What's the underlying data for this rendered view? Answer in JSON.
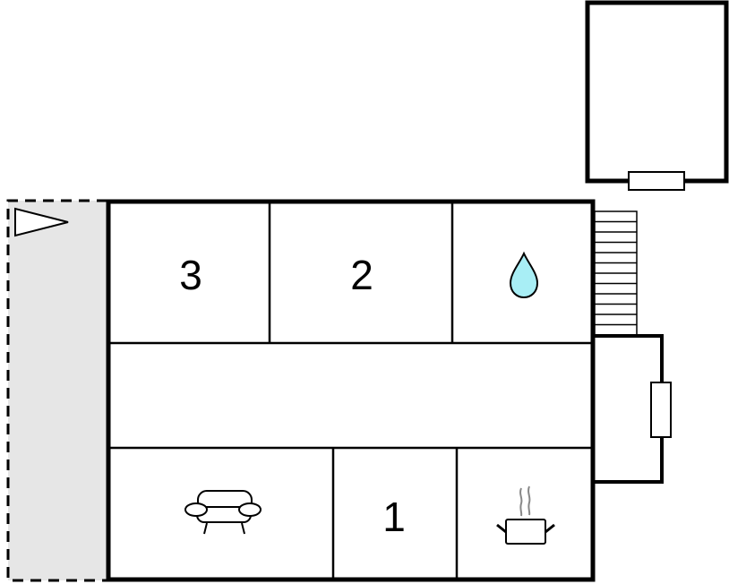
{
  "floorplan": {
    "title": "",
    "colors": {
      "wall": "#000000",
      "terrace_fill": "#e6e6e6",
      "water_drop_fill": "#a8eef5",
      "steam": "#888888",
      "background": "#ffffff"
    },
    "rooms": [
      {
        "id": "bedroom-3",
        "label": "3",
        "type": "bedroom"
      },
      {
        "id": "bedroom-2",
        "label": "2",
        "type": "bedroom"
      },
      {
        "id": "bathroom",
        "label": "",
        "type": "bathroom",
        "icon": "water-drop-icon"
      },
      {
        "id": "hallway",
        "label": "",
        "type": "hallway"
      },
      {
        "id": "living-room",
        "label": "",
        "type": "living-room",
        "icon": "armchair-icon"
      },
      {
        "id": "bedroom-1",
        "label": "1",
        "type": "bedroom"
      },
      {
        "id": "kitchen",
        "label": "",
        "type": "kitchen",
        "icon": "cooking-pot-icon"
      }
    ],
    "outdoor": [
      {
        "id": "terrace",
        "type": "terrace",
        "icon": "flag-icon"
      },
      {
        "id": "annex",
        "type": "outbuilding"
      },
      {
        "id": "stairs",
        "type": "stairs",
        "steps": 12
      },
      {
        "id": "porch",
        "type": "entrance"
      }
    ]
  }
}
